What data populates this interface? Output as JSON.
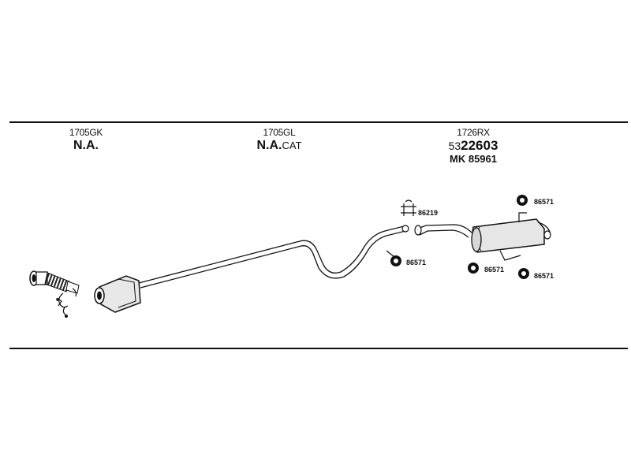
{
  "sections": [
    {
      "code": "1705GK",
      "status": "N.A."
    },
    {
      "code": "1705GL",
      "status": "N.A.",
      "suffix": "CAT"
    },
    {
      "code": "1726RX",
      "number_prefix": "53",
      "number_main": "22603",
      "mk": "MK 85961"
    }
  ],
  "callouts": {
    "clamp": "86219",
    "hanger_front": "86571",
    "hanger_top_right": "86571",
    "hanger_mid_right": "86571",
    "hanger_bottom_right": "86571"
  },
  "colors": {
    "line": "#111111",
    "background": "#ffffff"
  }
}
